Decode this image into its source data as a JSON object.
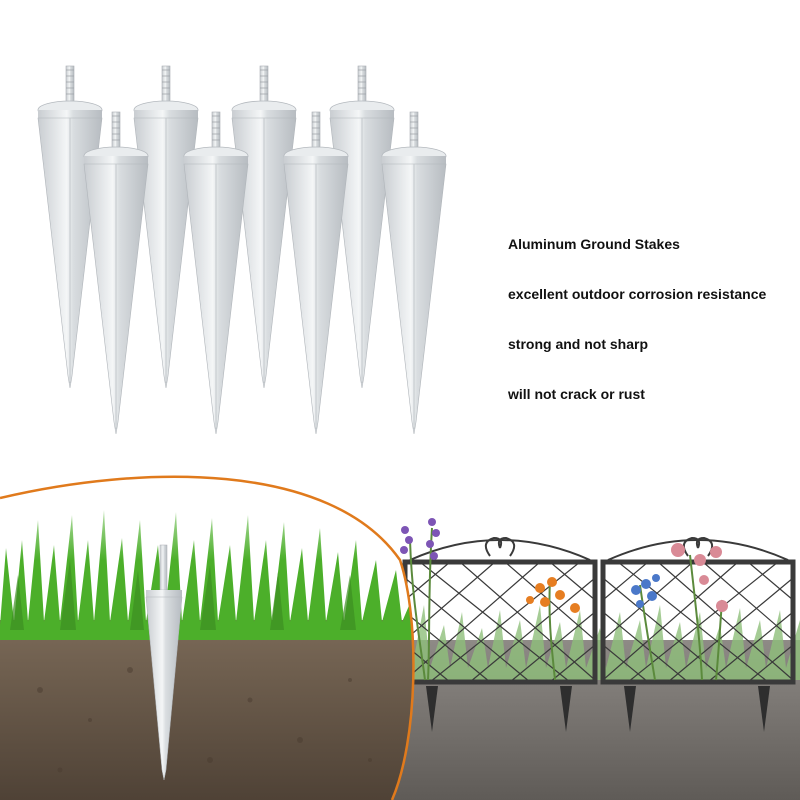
{
  "features": [
    "Aluminum Ground Stakes",
    "excellent outdoor corrosion resistance",
    "strong and not sharp",
    "will not crack or rust"
  ],
  "colors": {
    "background": "#ffffff",
    "stake_metal": "#e4e7ea",
    "stake_shadow": "#b9bec3",
    "grass": "#4caf2a",
    "soil": "#6b5a4a",
    "lens_outline": "#e07a1c",
    "fence": "#3a3a3a"
  },
  "icons": {
    "stake": "aluminum-ground-stake",
    "fence": "garden-fence-panel",
    "flowers": "garden-flowers"
  }
}
